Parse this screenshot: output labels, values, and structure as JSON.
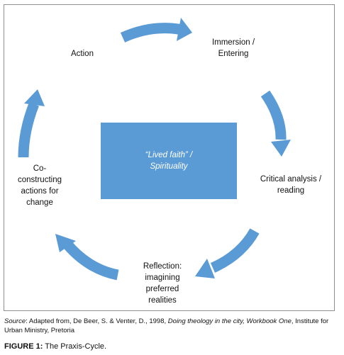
{
  "diagram": {
    "accent_color": "#5b9bd5",
    "stages": {
      "action": "Action",
      "immersion": "Immersion /\nEntering",
      "critical": "Critical analysis /\nreading",
      "reflection": "Reflection:\nimagining\npreferred\nrealities",
      "constructing": "Co-\nconstructing\nactions for\nchange"
    },
    "center": {
      "line1": "“Lived faith” /",
      "line2": "Spirituality"
    },
    "arrows": [
      "arrow-top",
      "arrow-right",
      "arrow-bottom-right",
      "arrow-bottom-left",
      "arrow-left"
    ]
  },
  "caption": {
    "source_label": "Source",
    "source_prefix": ": Adapted from, De Beer, S. & Venter, D., 1998, ",
    "source_title": "Doing theology in the city, Workbook One",
    "source_suffix": ", Institute for Urban Ministry, Pretoria"
  },
  "figure": {
    "label": "FIGURE 1:",
    "title": " The Praxis-Cycle."
  }
}
